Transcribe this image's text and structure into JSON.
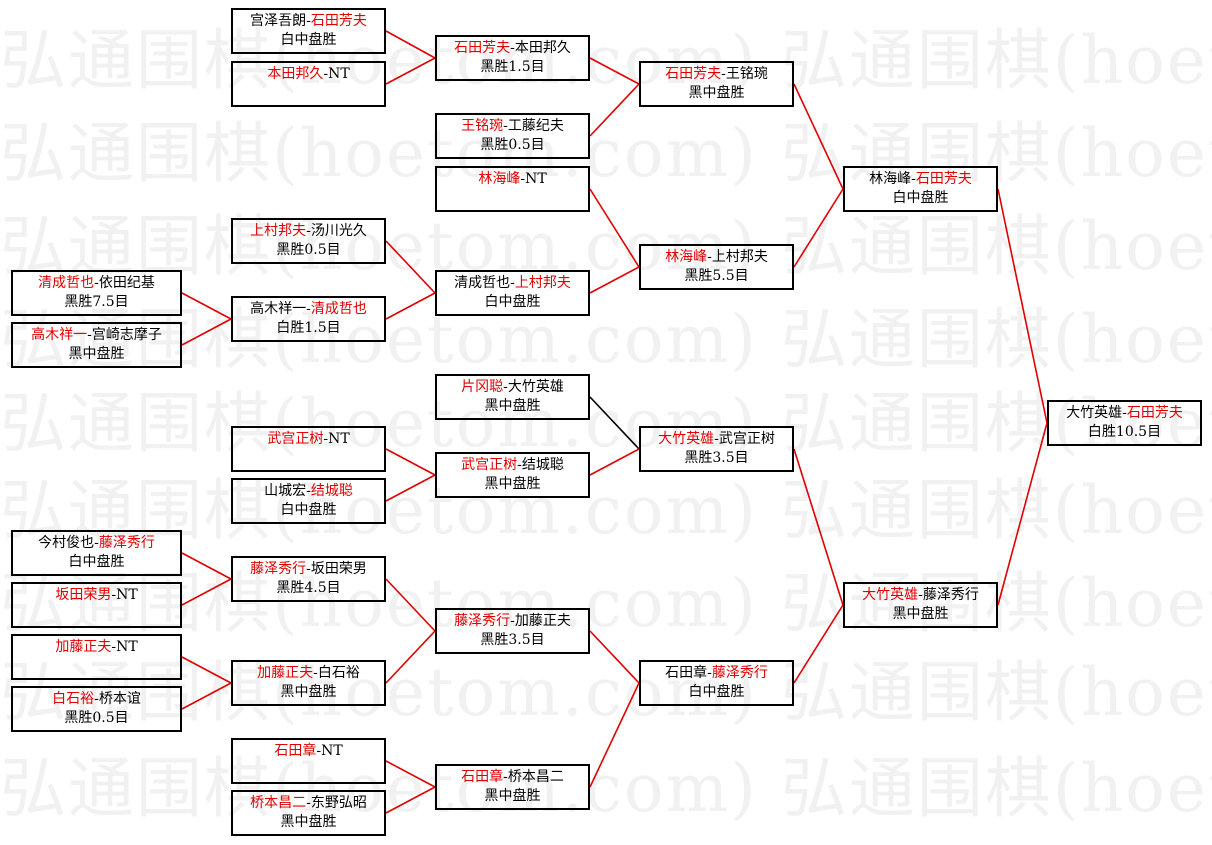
{
  "colors": {
    "winner": "#e00000",
    "line": "#e00000",
    "text": "#000000",
    "border": "#000000",
    "watermark": "#f1f1f1"
  },
  "watermark": {
    "rows": [
      "弘通围棋(hoetom.com) 弘通围棋(hoetom.com)",
      "弘通围棋(hoetom.com) 弘通围棋(hoetom.com)",
      "弘通围棋(hoetom.com) 弘通围棋(hoetom.com)",
      "弘通围棋(hoetom.com) 弘通围棋(hoetom.com)",
      "弘通围棋(hoetom.com) 弘通围棋(hoetom.com)",
      "弘通围棋(hoetom.com) 弘通围棋(hoetom.com)",
      "弘通围棋(hoetom.com) 弘通围棋(hoetom.com)",
      "弘通围棋(hoetom.com) 弘通围棋(hoetom.com)",
      "弘通围棋(hoetom.com) 弘通围棋(hoetom.com)"
    ]
  },
  "matches": {
    "r1_01": {
      "p1": "清成哲也",
      "sep": "-",
      "p2": "依田纪基",
      "winner": 1,
      "result": "黑胜7.5目"
    },
    "r1_02": {
      "p1": "高木祥一",
      "sep": "-",
      "p2": "宫崎志摩子",
      "winner": 1,
      "result": "黑中盘胜"
    },
    "r1_03": {
      "p1": "今村俊也",
      "sep": "-",
      "p2": "藤泽秀行",
      "winner": 2,
      "result": "白中盘胜"
    },
    "r1_04": {
      "p1": "坂田荣男",
      "sep": "-",
      "p2": "NT",
      "winner": 1,
      "result": ""
    },
    "r1_05": {
      "p1": "加藤正夫",
      "sep": "-",
      "p2": "NT",
      "winner": 1,
      "result": ""
    },
    "r1_06": {
      "p1": "白石裕",
      "sep": "-",
      "p2": "桥本谊",
      "winner": 1,
      "result": "黑胜0.5目"
    },
    "r2_01": {
      "p1": "宫泽吾朗",
      "sep": "-",
      "p2": "石田芳夫",
      "winner": 2,
      "result": "白中盘胜"
    },
    "r2_02": {
      "p1": "本田邦久",
      "sep": "-",
      "p2": "NT",
      "winner": 1,
      "result": ""
    },
    "r2_03": {
      "p1": "上村邦夫",
      "sep": "-",
      "p2": "汤川光久",
      "winner": 1,
      "result": "黑胜0.5目"
    },
    "r2_04": {
      "p1": "高木祥一",
      "sep": "-",
      "p2": "清成哲也",
      "winner": 2,
      "result": "白胜1.5目"
    },
    "r2_05": {
      "p1": "武宫正树",
      "sep": "-",
      "p2": "NT",
      "winner": 1,
      "result": ""
    },
    "r2_06": {
      "p1": "山城宏",
      "sep": "-",
      "p2": "结城聪",
      "winner": 2,
      "result": "白中盘胜"
    },
    "r2_07": {
      "p1": "藤泽秀行",
      "sep": "-",
      "p2": "坂田荣男",
      "winner": 1,
      "result": "黑胜4.5目"
    },
    "r2_08": {
      "p1": "加藤正夫",
      "sep": "-",
      "p2": "白石裕",
      "winner": 1,
      "result": "黑中盘胜"
    },
    "r2_09": {
      "p1": "石田章",
      "sep": "-",
      "p2": "NT",
      "winner": 1,
      "result": ""
    },
    "r2_10": {
      "p1": "桥本昌二",
      "sep": "-",
      "p2": "东野弘昭",
      "winner": 1,
      "result": "黑中盘胜"
    },
    "r3_01": {
      "p1": "石田芳夫",
      "sep": "-",
      "p2": "本田邦久",
      "winner": 1,
      "result": "黑胜1.5目"
    },
    "r3_02": {
      "p1": "王铭琬",
      "sep": "-",
      "p2": "工藤纪夫",
      "winner": 1,
      "result": "黑胜0.5目"
    },
    "r3_03": {
      "p1": "林海峰",
      "sep": "-",
      "p2": "NT",
      "winner": 1,
      "result": ""
    },
    "r3_04": {
      "p1": "清成哲也",
      "sep": "-",
      "p2": "上村邦夫",
      "winner": 2,
      "result": "白中盘胜"
    },
    "r3_05": {
      "p1": "片冈聪",
      "sep": "-",
      "p2": "大竹英雄",
      "winner": 1,
      "result": "黑中盘胜"
    },
    "r3_06": {
      "p1": "武宫正树",
      "sep": "-",
      "p2": "结城聪",
      "winner": 1,
      "result": "黑中盘胜"
    },
    "r3_07": {
      "p1": "藤泽秀行",
      "sep": "-",
      "p2": "加藤正夫",
      "winner": 1,
      "result": "黑胜3.5目"
    },
    "r3_08": {
      "p1": "石田章",
      "sep": "-",
      "p2": "桥本昌二",
      "winner": 1,
      "result": "黑中盘胜"
    },
    "r4_01": {
      "p1": "石田芳夫",
      "sep": "-",
      "p2": "王铭琬",
      "winner": 1,
      "result": "黑中盘胜"
    },
    "r4_02": {
      "p1": "林海峰",
      "sep": "-",
      "p2": "上村邦夫",
      "winner": 1,
      "result": "黑胜5.5目"
    },
    "r4_03": {
      "p1": "大竹英雄",
      "sep": "-",
      "p2": "武宫正树",
      "winner": 1,
      "result": "黑胜3.5目"
    },
    "r4_04": {
      "p1": "石田章",
      "sep": "-",
      "p2": "藤泽秀行",
      "winner": 2,
      "result": "白中盘胜"
    },
    "r5_01": {
      "p1": "林海峰",
      "sep": "-",
      "p2": "石田芳夫",
      "winner": 2,
      "result": "白中盘胜"
    },
    "r5_02": {
      "p1": "大竹英雄",
      "sep": "-",
      "p2": "藤泽秀行",
      "winner": 1,
      "result": "黑中盘胜"
    },
    "final": {
      "p1": "大竹英雄",
      "sep": "-",
      "p2": "石田芳夫",
      "winner": 2,
      "result": "白胜10.5目"
    }
  }
}
